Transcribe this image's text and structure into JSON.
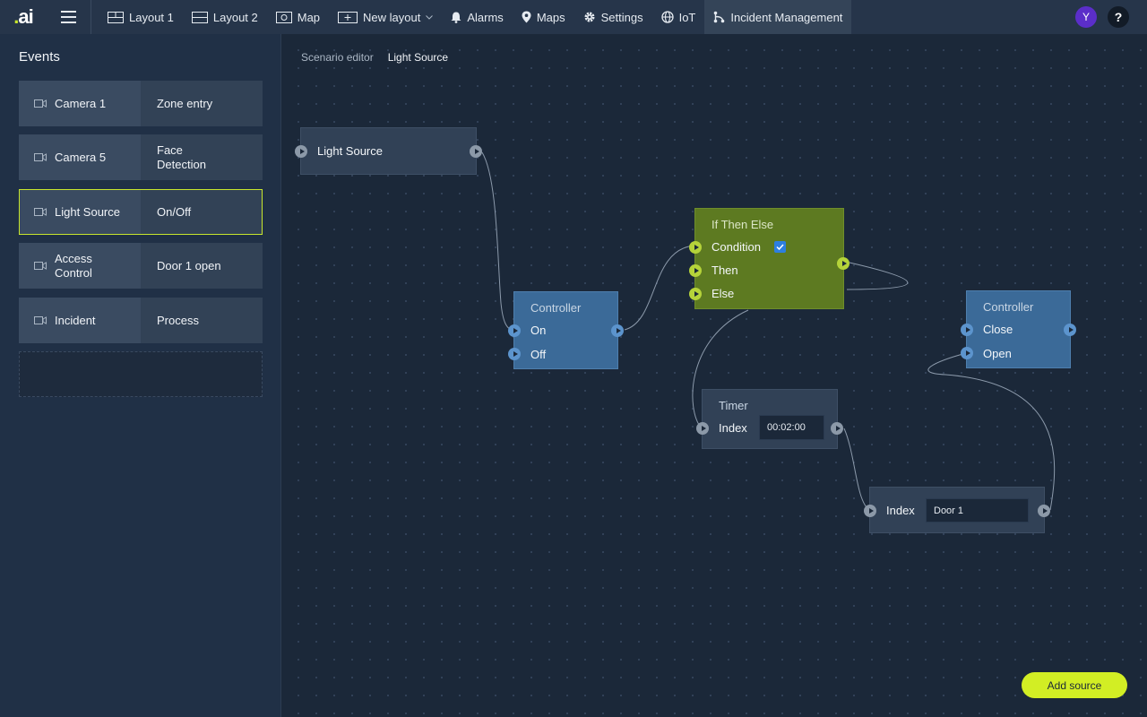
{
  "app": {
    "logo_text": ".ai"
  },
  "nav": {
    "items": [
      {
        "label": "Layout 1",
        "icon": "layout-icon"
      },
      {
        "label": "Layout 2",
        "icon": "layout-icon"
      },
      {
        "label": "Map",
        "icon": "map-frame-icon"
      },
      {
        "label": "New layout",
        "icon": "add-layout-icon"
      },
      {
        "label": "Alarms",
        "icon": "bell-icon"
      },
      {
        "label": "Maps",
        "icon": "pin-icon"
      },
      {
        "label": "Settings",
        "icon": "gear-icon"
      },
      {
        "label": "IoT",
        "icon": "globe-icon"
      },
      {
        "label": "Incident Management",
        "icon": "workflow-icon"
      }
    ],
    "avatar_letter": "Y",
    "help_label": "?"
  },
  "sidebar": {
    "title": "Events",
    "events": [
      {
        "source": "Camera 1",
        "event": "Zone entry"
      },
      {
        "source": "Camera 5",
        "event": "Face Detection"
      },
      {
        "source": "Light Source",
        "event": "On/Off"
      },
      {
        "source": "Access Control",
        "event": "Door 1 open"
      },
      {
        "source": "Incident",
        "event": "Process"
      }
    ]
  },
  "breadcrumb": {
    "parent": "Scenario editor",
    "current": "Light Source"
  },
  "nodes": {
    "source": {
      "label": "Light Source"
    },
    "controller1": {
      "title": "Controller",
      "on": "On",
      "off": "Off"
    },
    "ifthen": {
      "title": "If Then Else",
      "condition": "Condition",
      "then": "Then",
      "else": "Else"
    },
    "controller2": {
      "title": "Controller",
      "close": "Close",
      "open": "Open"
    },
    "timer": {
      "title": "Timer",
      "index_label": "Index",
      "value": "00:02:00"
    },
    "index": {
      "label": "Index",
      "value": "Door 1"
    }
  },
  "actions": {
    "add_source": "Add source"
  },
  "colors": {
    "accent": "#c8e62d",
    "node_blue": "#3b6a98",
    "node_green": "#5d7a21",
    "button": "#d2ee24"
  }
}
